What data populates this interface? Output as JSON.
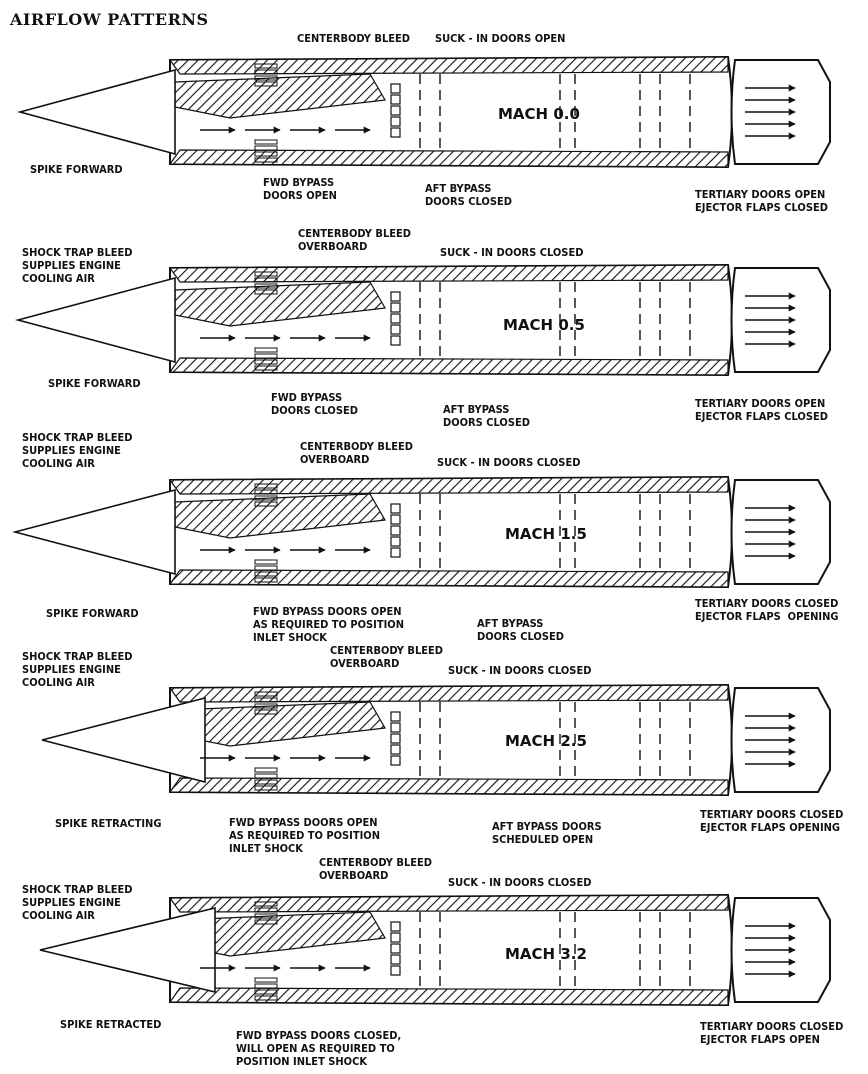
{
  "title": "AIRFLOW PATTERNS",
  "panels": [
    {
      "mach": "MACH 0.0",
      "spike": "SPIKE FORWARD",
      "top_labels": [
        "CENTERBODY BLEED",
        "SUCK - IN DOORS OPEN"
      ],
      "shock_trap": "",
      "fwd_bypass": "FWD BYPASS\nDOORS OPEN",
      "aft_bypass": "AFT BYPASS\nDOORS CLOSED",
      "nozzle": "TERTIARY DOORS OPEN\nEJECTOR FLAPS CLOSED"
    },
    {
      "mach": "MACH 0.5",
      "spike": "SPIKE FORWARD",
      "top_labels": [
        "CENTERBODY BLEED\nOVERBOARD",
        "SUCK - IN DOORS CLOSED"
      ],
      "shock_trap": "SHOCK TRAP BLEED\nSUPPLIES ENGINE\nCOOLING AIR",
      "fwd_bypass": "FWD BYPASS\nDOORS CLOSED",
      "aft_bypass": "AFT BYPASS\nDOORS CLOSED",
      "nozzle": "TERTIARY DOORS OPEN\nEJECTOR FLAPS CLOSED"
    },
    {
      "mach": "MACH 1.5",
      "spike": "SPIKE FORWARD",
      "top_labels": [
        "CENTERBODY BLEED\nOVERBOARD",
        "SUCK - IN DOORS CLOSED"
      ],
      "shock_trap": "SHOCK TRAP BLEED\nSUPPLIES ENGINE\nCOOLING AIR",
      "fwd_bypass": "FWD BYPASS DOORS OPEN\nAS REQUIRED TO POSITION\nINLET SHOCK",
      "aft_bypass": "AFT BYPASS\nDOORS CLOSED",
      "nozzle": "TERTIARY DOORS CLOSED\nEJECTOR FLAPS  OPENING"
    },
    {
      "mach": "MACH 2.5",
      "spike": "SPIKE RETRACTING",
      "top_labels": [
        "CENTERBODY BLEED\nOVERBOARD",
        "SUCK - IN DOORS CLOSED"
      ],
      "shock_trap": "SHOCK TRAP BLEED\nSUPPLIES ENGINE\nCOOLING AIR",
      "fwd_bypass": "FWD BYPASS DOORS OPEN\nAS REQUIRED TO POSITION\nINLET SHOCK",
      "aft_bypass": "AFT BYPASS DOORS\nSCHEDULED OPEN",
      "nozzle": "TERTIARY DOORS CLOSED\nEJECTOR FLAPS OPENING"
    },
    {
      "mach": "MACH 3.2",
      "spike": "SPIKE RETRACTED",
      "top_labels": [
        "CENTERBODY BLEED\nOVERBOARD",
        "SUCK - IN DOORS CLOSED"
      ],
      "shock_trap": "SHOCK TRAP BLEED\nSUPPLIES ENGINE\nCOOLING AIR",
      "fwd_bypass": "FWD BYPASS DOORS CLOSED,\nWILL OPEN AS REQUIRED TO\nPOSITION INLET SHOCK",
      "aft_bypass": "",
      "nozzle": "TERTIARY DOORS CLOSED\nEJECTOR FLAPS OPEN"
    }
  ]
}
